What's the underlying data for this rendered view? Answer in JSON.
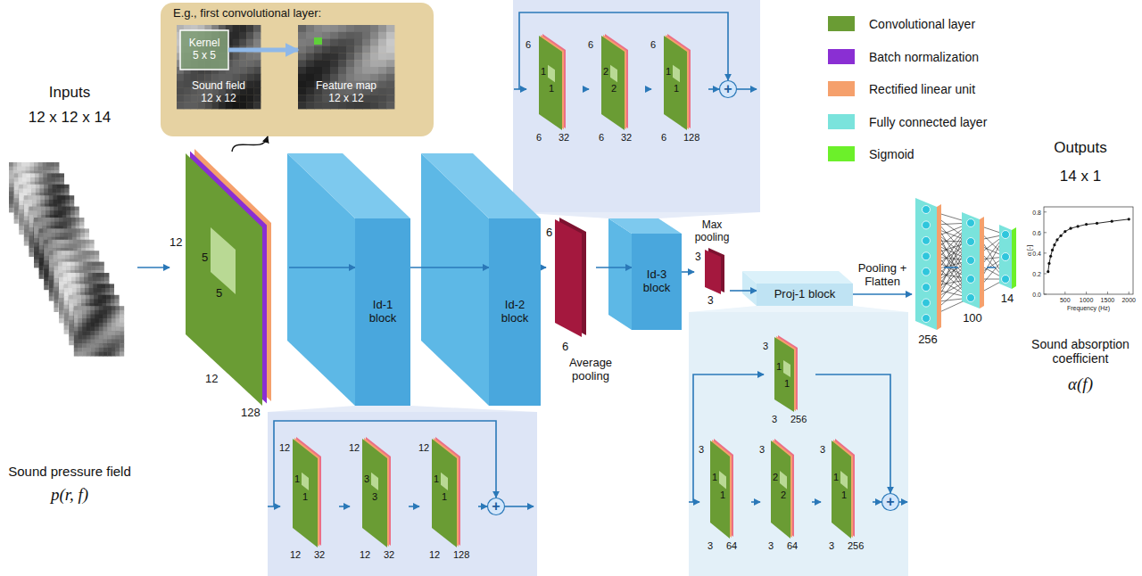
{
  "diagram": {
    "nodes": [
      {
        "text": [
          "Inputs",
          "12 x 12 x 14",
          "Sound pressure field",
          "p(r, f)"
        ]
      },
      {
        "text": [
          "E.g., first convolutional layer:"
        ]
      },
      {
        "text": [
          "Sound field 12 x 12"
        ],
        "in": 1
      },
      {
        "text": [
          "Kernel 5 x 5"
        ],
        "in": 2
      },
      {
        "text": [
          "Feature map 12 x 12"
        ],
        "in": 1
      },
      {
        "text": [
          "12",
          "5",
          "5",
          "12",
          "128"
        ]
      },
      {
        "text": [
          "Id-1 block"
        ]
      },
      {
        "text": [
          "Id-2 block"
        ]
      },
      {
        "text": [
          "6",
          "6",
          "Average pooling"
        ]
      },
      {
        "text": [
          "Id-3 block"
        ]
      },
      {
        "text": [
          "Max pooling",
          "3",
          "3"
        ]
      },
      {
        "text": [
          "Proj-1 block"
        ]
      },
      {
        "text": [
          "256"
        ]
      },
      {
        "text": [
          "100"
        ]
      },
      {
        "text": [
          "14"
        ]
      },
      {
        "text": [
          "Outputs",
          "14 x 1",
          "Sound absorption coefficient",
          "α(f)"
        ]
      },
      {
        "text": [
          "6",
          "1",
          "1",
          "6",
          "32"
        ]
      },
      {
        "text": [
          "6",
          "2",
          "2",
          "6",
          "32"
        ]
      },
      {
        "text": [
          "6",
          "1",
          "1",
          "6",
          "128"
        ]
      },
      {
        "text": [
          "+"
        ]
      },
      {
        "text": [
          "12",
          "1",
          "1",
          "12",
          "32"
        ]
      },
      {
        "text": [
          "12",
          "3",
          "3",
          "12",
          "32"
        ]
      },
      {
        "text": [
          "12",
          "1",
          "1",
          "12",
          "128"
        ]
      },
      {
        "text": [
          "+"
        ]
      },
      {
        "text": [
          "3",
          "1",
          "1",
          "3",
          "256"
        ]
      },
      {
        "text": [
          "3",
          "1",
          "1",
          "3",
          "64"
        ]
      },
      {
        "text": [
          "3",
          "2",
          "2",
          "3",
          "64"
        ]
      },
      {
        "text": [
          "3",
          "1",
          "1",
          "3",
          "256"
        ]
      },
      {
        "text": [
          "+"
        ]
      }
    ],
    "edges": [
      {
        "from": 0,
        "to": 5,
        "arrow": "to"
      },
      {
        "from": 5,
        "to": 1,
        "arrow": "to"
      },
      {
        "from": 3,
        "to": 4,
        "arrow": "to"
      },
      {
        "from": 5,
        "to": 6,
        "arrow": "to"
      },
      {
        "from": 6,
        "to": 7,
        "arrow": "to"
      },
      {
        "from": 7,
        "to": 8,
        "arrow": "to"
      },
      {
        "from": 8,
        "to": 9,
        "arrow": "to"
      },
      {
        "from": 9,
        "to": 10,
        "arrow": "to"
      },
      {
        "from": 10,
        "to": 11,
        "arrow": "to"
      },
      {
        "from": 11,
        "to": 12,
        "arrow": "to",
        "label": "Pooling + Flatten"
      },
      {
        "from": 12,
        "to": 13,
        "arrow": "none"
      },
      {
        "from": 13,
        "to": 14,
        "arrow": "none"
      },
      {
        "from": 16,
        "to": 17,
        "arrow": "to"
      },
      {
        "from": 17,
        "to": 18,
        "arrow": "to"
      },
      {
        "from": 18,
        "to": 19,
        "arrow": "to"
      },
      {
        "from": 20,
        "to": 21,
        "arrow": "to"
      },
      {
        "from": 21,
        "to": 22,
        "arrow": "to"
      },
      {
        "from": 22,
        "to": 23,
        "arrow": "to"
      },
      {
        "from": 25,
        "to": 26,
        "arrow": "to"
      },
      {
        "from": 26,
        "to": 27,
        "arrow": "to"
      },
      {
        "from": 27,
        "to": 28,
        "arrow": "to"
      },
      {
        "from": 24,
        "to": 28,
        "arrow": "to"
      }
    ],
    "labels": [
      "0.0",
      "0.2",
      "0.4",
      "0.6",
      "0.8",
      "500",
      "1000",
      "1500",
      "2000",
      "Frequency (Hz)",
      "α [-]"
    ],
    "legend": [
      {
        "text": "Convolutional layer",
        "color": "#6a9c34"
      },
      {
        "text": "Batch normalization",
        "color": "#8a2fd3"
      },
      {
        "text": "Rectified linear unit",
        "color": "#f5a06c"
      },
      {
        "text": "Fully connected layer",
        "color": "#7ae3dc"
      },
      {
        "text": "Sigmoid",
        "color": "#6cf02a"
      }
    ]
  }
}
